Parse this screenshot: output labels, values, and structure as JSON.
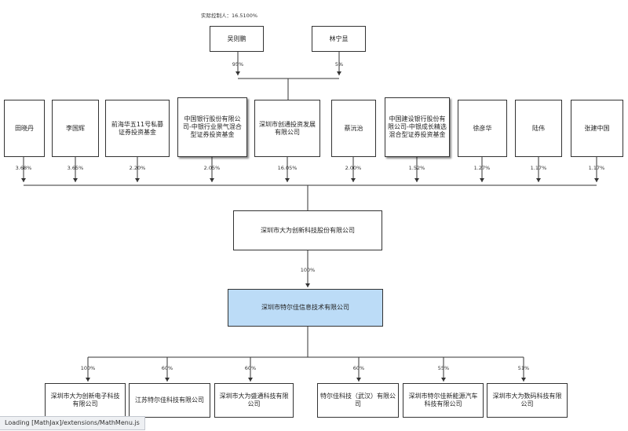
{
  "top_note": "实际控制人：16.5100%",
  "controllers": [
    {
      "name": "吴则鹏",
      "pct": "95%"
    },
    {
      "name": "林宁显",
      "pct": "5%"
    }
  ],
  "shareholders": [
    {
      "name": "田晓丹",
      "pct": "3.68%"
    },
    {
      "name": "李国辉",
      "pct": "3.65%"
    },
    {
      "name": "前海华五11号私募证券投资基金",
      "pct": "2.20%"
    },
    {
      "name": "中国银行股份有限公司-中银行业景气混合型证券投资基金",
      "pct": "2.05%"
    },
    {
      "name": "深圳市创通投资发展有限公司",
      "pct": "16.05%"
    },
    {
      "name": "蔡沅治",
      "pct": "2.00%"
    },
    {
      "name": "中国建设银行股份有限公司-中银成长精选混合型证券投资基金",
      "pct": "1.52%"
    },
    {
      "name": "徐彦华",
      "pct": "1.27%"
    },
    {
      "name": "陆伟",
      "pct": "1.17%"
    },
    {
      "name": "张建中国",
      "pct": "1.17%"
    }
  ],
  "parent": {
    "name": "深圳市大为创新科技股份有限公司"
  },
  "parent_pct": "100%",
  "subject": {
    "name": "深圳市特尔佳信息技术有限公司"
  },
  "subsidiaries": [
    {
      "name": "深圳市大为创新电子科技有限公司",
      "pct": "100%"
    },
    {
      "name": "江苏特尔佳科技有限公司",
      "pct": "60%"
    },
    {
      "name": "深圳市大为盛通科技有限公司",
      "pct": "60%"
    },
    {
      "name": "特尔佳科技（武汉）有限公司",
      "pct": "60%"
    },
    {
      "name": "深圳市特尔佳新能源汽车科技有限公司",
      "pct": "55%"
    },
    {
      "name": "深圳市大为数码科技有限公司",
      "pct": "51%"
    }
  ],
  "status_bar": "Loading [MathJax]/extensions/MathMenu.js",
  "colors": {
    "line": "#333333",
    "highlight": "#bcdcf7"
  }
}
